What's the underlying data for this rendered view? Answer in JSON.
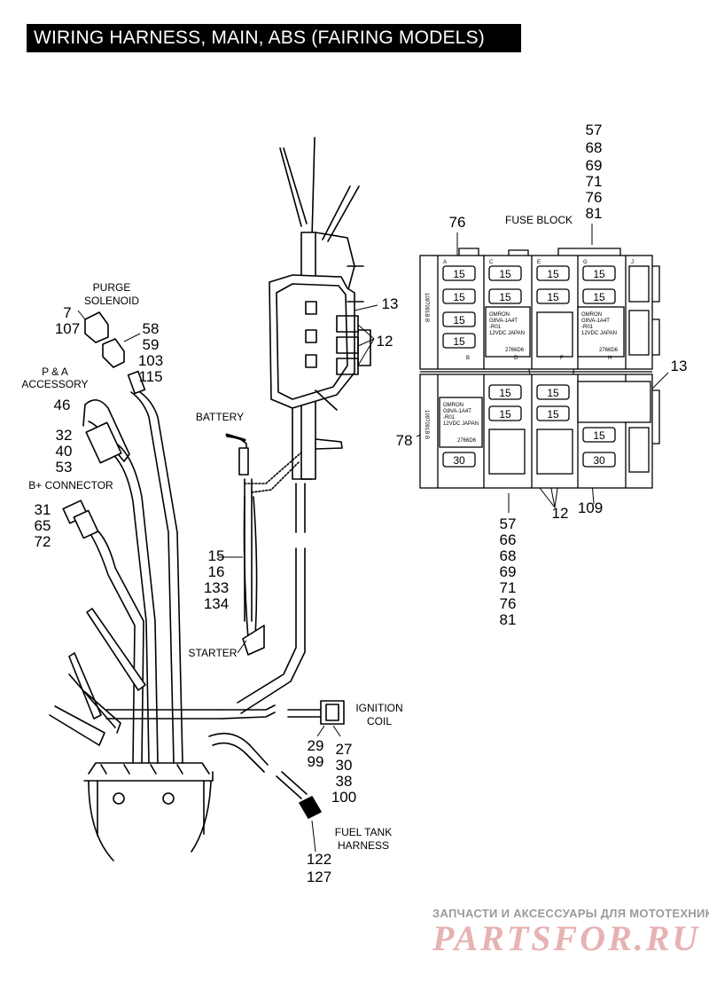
{
  "title": "WIRING HARNESS, MAIN, ABS (FAIRING MODELS)",
  "labels": {
    "purge_solenoid": "PURGE\nSOLENOID",
    "purge_refs": [
      "7",
      "107"
    ],
    "purge_connector_refs": [
      "58",
      "59",
      "103",
      "115"
    ],
    "pa_accessory": "P & A\nACCESSORY",
    "pa_refs": [
      "46",
      "32",
      "40",
      "53"
    ],
    "b_plus_connector": "B+ CONNECTOR",
    "b_plus_refs": [
      "31",
      "65",
      "72"
    ],
    "battery": "BATTERY",
    "battery_refs": [
      "15",
      "16",
      "133",
      "134"
    ],
    "starter": "STARTER",
    "ignition_coil": "IGNITION\nCOIL",
    "ignition_left_refs": [
      "29",
      "99"
    ],
    "ignition_right_refs": [
      "27",
      "30",
      "38",
      "100"
    ],
    "fuel_tank_harness": "FUEL TANK\nHARNESS",
    "fuel_tank_refs": [
      "122",
      "127"
    ],
    "fuse_block": "FUSE BLOCK",
    "fuse_block_top_refs": [
      "57",
      "68",
      "69",
      "71",
      "76",
      "81"
    ],
    "fuse_block_bottom_refs": [
      "57",
      "66",
      "68",
      "69",
      "71",
      "76",
      "81"
    ],
    "ref_13_upper": "13",
    "ref_12_upper": "12",
    "ref_76": "76",
    "ref_13_right": "13",
    "ref_78": "78",
    "ref_12_lower": "12",
    "ref_109": "109"
  },
  "fuse_block": {
    "upper_fuses": [
      "15",
      "15",
      "15",
      "15",
      "15",
      "15",
      "15",
      "15",
      "15",
      "15"
    ],
    "lower_fuses": [
      "15",
      "15",
      "15",
      "15",
      "15",
      "30",
      "30"
    ],
    "relay_text": "OMRON\nG8VA-1A4T\n-R01\n12VDC    JAPAN",
    "relay_code": "2766D6",
    "side_code_upper": "1097091B B",
    "side_code_lower": "1097091B B",
    "slot_letters": [
      "A",
      "B",
      "C",
      "D",
      "E",
      "F",
      "G",
      "H",
      "J"
    ]
  },
  "watermark": {
    "line1": "ЗАПЧАСТИ И АКСЕССУАРЫ ДЛЯ МОТОТЕХНИКИ",
    "line2": "PARTSFOR.RU"
  }
}
